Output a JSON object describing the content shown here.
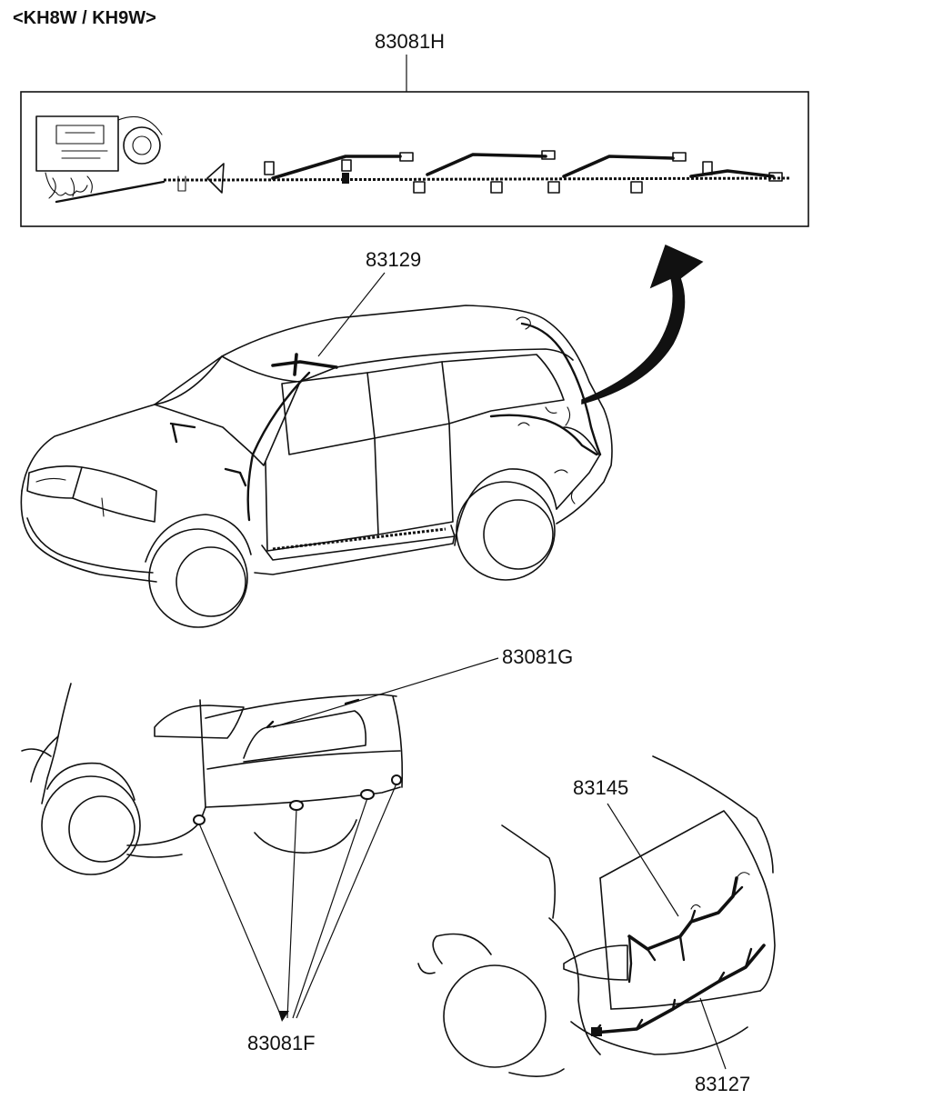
{
  "header": {
    "model_codes": "<KH8W / KH9W>"
  },
  "callouts": {
    "main_harness": "83081H",
    "roof_harness": "83129",
    "tailgate_harness": "83081G",
    "sensor_connectors": "83081F",
    "door_harness": "83145",
    "bumper_harness": "83127"
  }
}
